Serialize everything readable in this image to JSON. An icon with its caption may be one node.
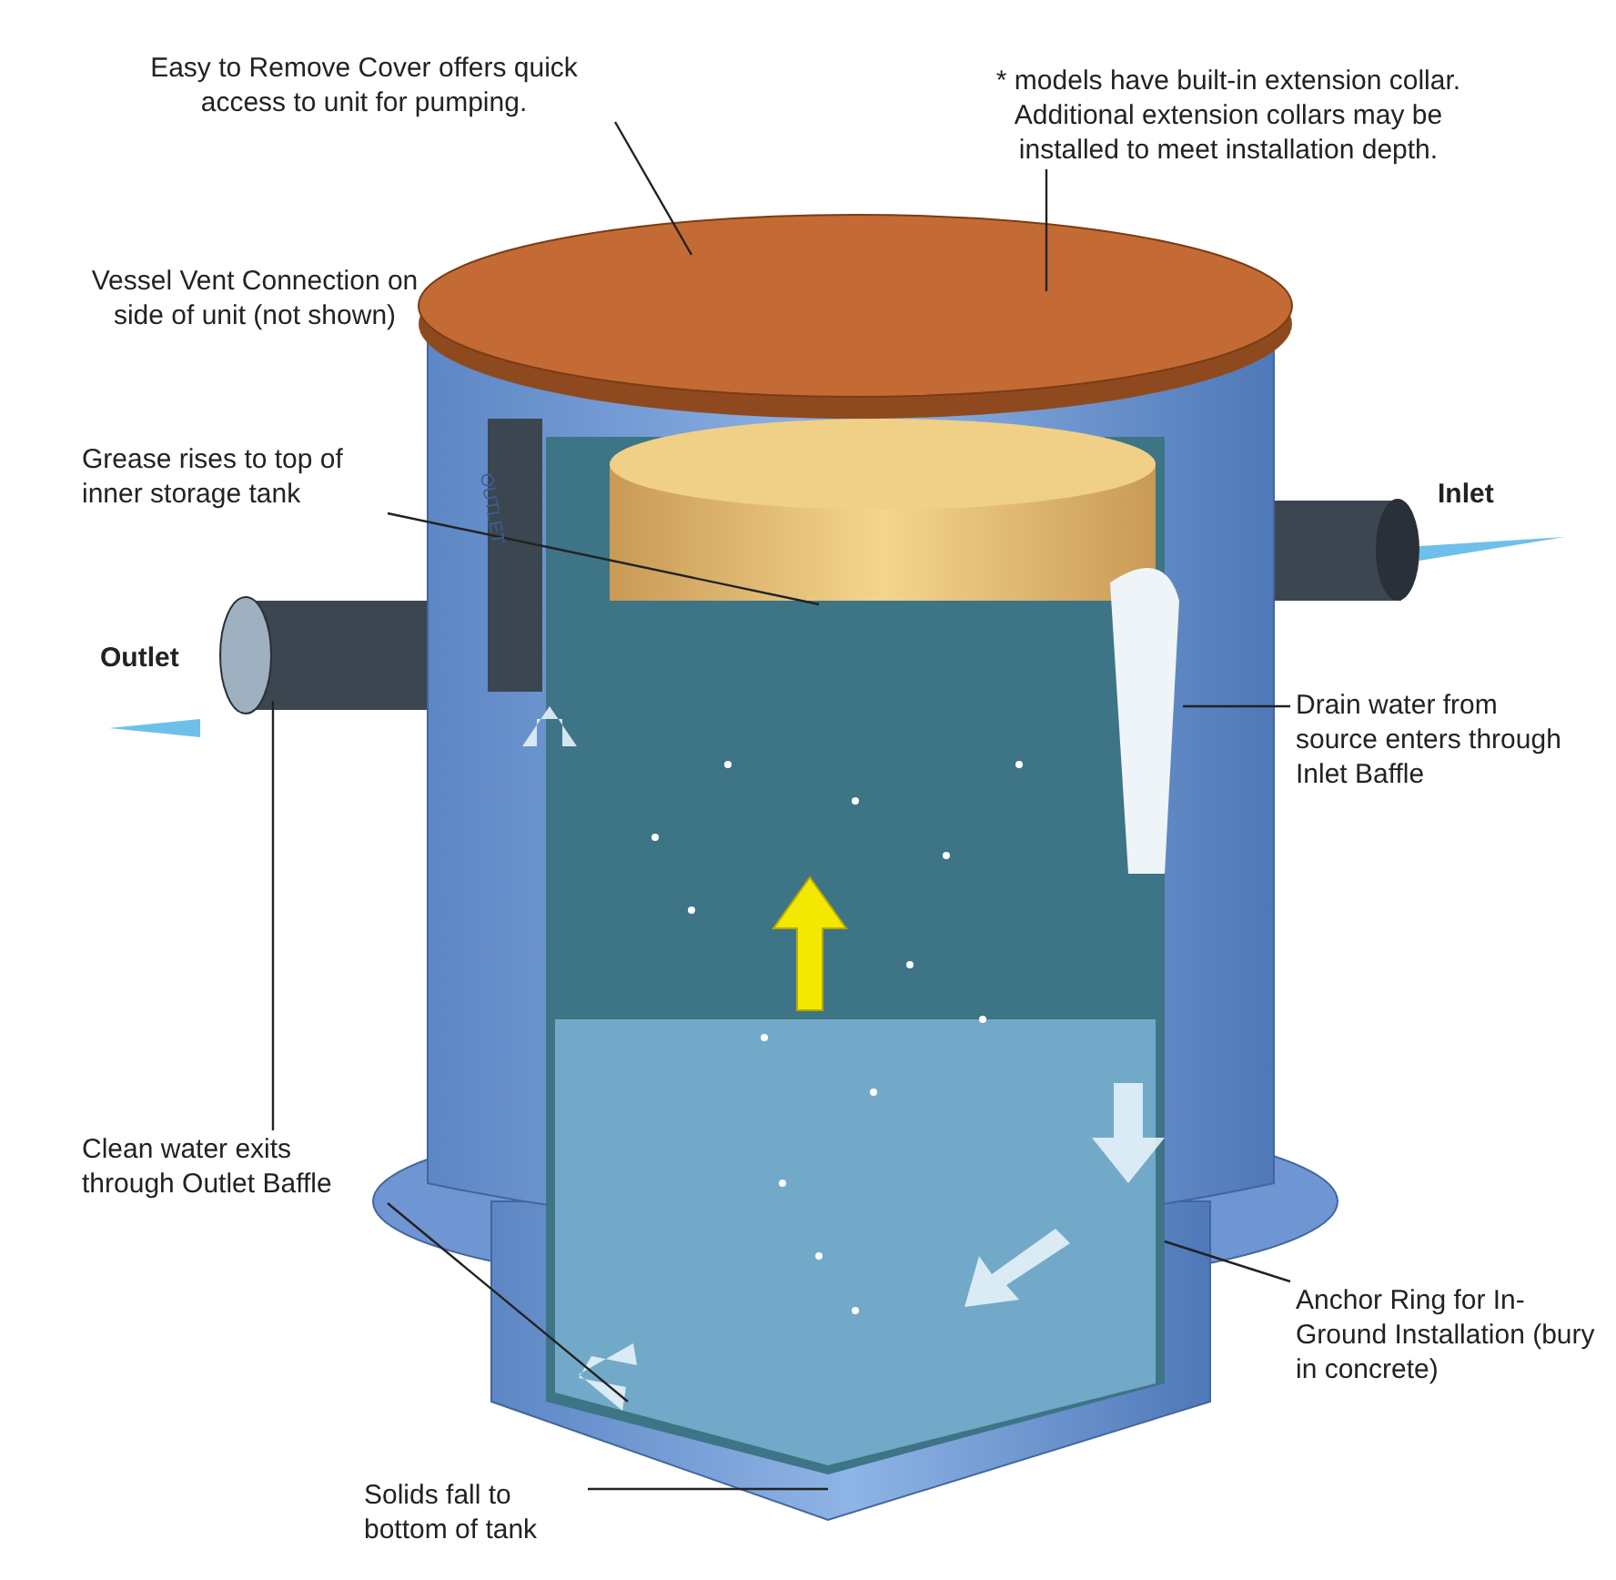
{
  "diagram": {
    "nodes": [
      {
        "text": [
          "Easy to Remove Cover offers quick access to unit for pumping."
        ]
      },
      {
        "text": [
          "* models have built-in extension collar. Additional extension collars may be installed to meet installation depth."
        ]
      },
      {
        "text": [
          "Grease rises to top of inner storage tank"
        ]
      },
      {
        "text": [
          "Drain water from source enters through Inlet Baffle"
        ]
      },
      {
        "text": [
          "Clean water exits through Outlet Baffle"
        ]
      },
      {
        "text": [
          "Anchor Ring for In-Ground Installation (bury in concrete)"
        ]
      },
      {
        "text": [
          "Solids fall to bottom of tank"
        ]
      }
    ],
    "edges": [
      {
        "from": 0,
        "to": null,
        "arrow": "none"
      },
      {
        "from": 1,
        "to": null,
        "arrow": "none"
      },
      {
        "from": 2,
        "to": null,
        "arrow": "none"
      },
      {
        "from": 3,
        "to": null,
        "arrow": "none"
      },
      {
        "from": 4,
        "to": null,
        "arrow": "none"
      },
      {
        "from": 4,
        "to": null,
        "arrow": "none"
      },
      {
        "from": 5,
        "to": null,
        "arrow": "none"
      },
      {
        "from": 6,
        "to": null,
        "arrow": "none"
      }
    ],
    "labels": [
      "Vessel Vent Connection on side of unit (not shown)",
      "Inlet",
      "OUTLET",
      "Outlet"
    ]
  }
}
